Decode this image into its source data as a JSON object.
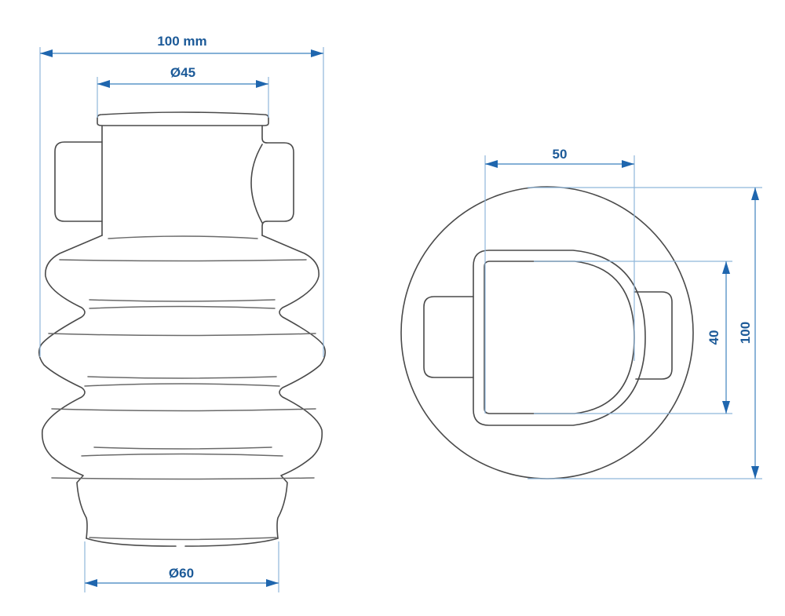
{
  "diagram": {
    "title": "Bellows boot technical drawing",
    "colors": {
      "outline": "#4a4a4a",
      "dimension_line": "#5b95c8",
      "dimension_arrow": "#1f66ae",
      "dimension_text": "#1c5a98",
      "background": "#ffffff"
    },
    "side_view": {
      "dimensions": {
        "overall_width": "100 mm",
        "top_diameter": "Ø45",
        "bottom_diameter": "Ø60"
      }
    },
    "top_view": {
      "dimensions": {
        "opening_width": "50",
        "opening_height": "40",
        "overall_diameter": "100"
      }
    }
  }
}
